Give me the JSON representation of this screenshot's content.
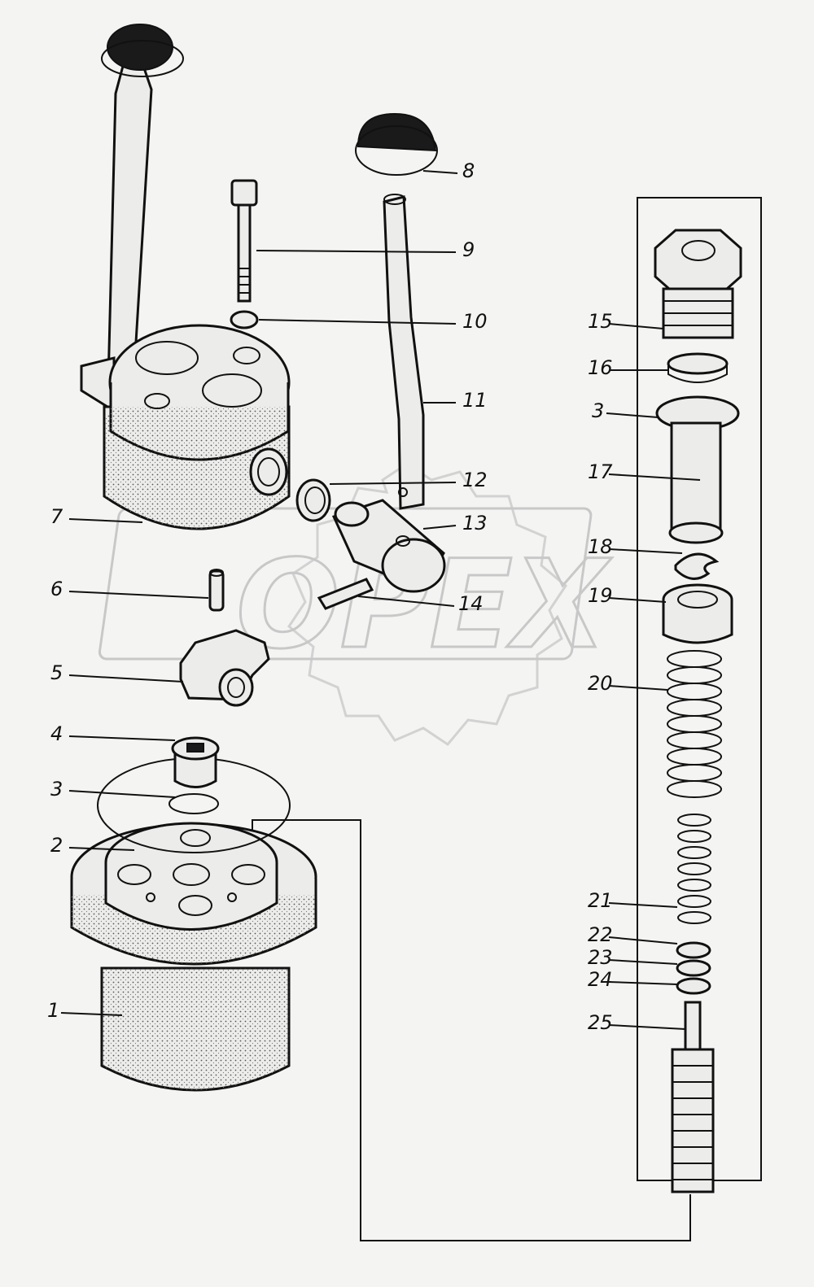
{
  "watermark": {
    "text": "OPEX"
  },
  "callouts": [
    {
      "id": "1",
      "text": "1"
    },
    {
      "id": "2",
      "text": "2"
    },
    {
      "id": "3a",
      "text": "3"
    },
    {
      "id": "4",
      "text": "4"
    },
    {
      "id": "5",
      "text": "5"
    },
    {
      "id": "6",
      "text": "6"
    },
    {
      "id": "7",
      "text": "7"
    },
    {
      "id": "8",
      "text": "8"
    },
    {
      "id": "9",
      "text": "9"
    },
    {
      "id": "10",
      "text": "10"
    },
    {
      "id": "11",
      "text": "11"
    },
    {
      "id": "12",
      "text": "12"
    },
    {
      "id": "13",
      "text": "13"
    },
    {
      "id": "14",
      "text": "14"
    },
    {
      "id": "15",
      "text": "15"
    },
    {
      "id": "16",
      "text": "16"
    },
    {
      "id": "3b",
      "text": "3"
    },
    {
      "id": "17",
      "text": "17"
    },
    {
      "id": "18",
      "text": "18"
    },
    {
      "id": "19",
      "text": "19"
    },
    {
      "id": "20",
      "text": "20"
    },
    {
      "id": "21",
      "text": "21"
    },
    {
      "id": "22",
      "text": "22"
    },
    {
      "id": "23",
      "text": "23"
    },
    {
      "id": "24",
      "text": "24"
    },
    {
      "id": "25",
      "text": "25"
    }
  ]
}
